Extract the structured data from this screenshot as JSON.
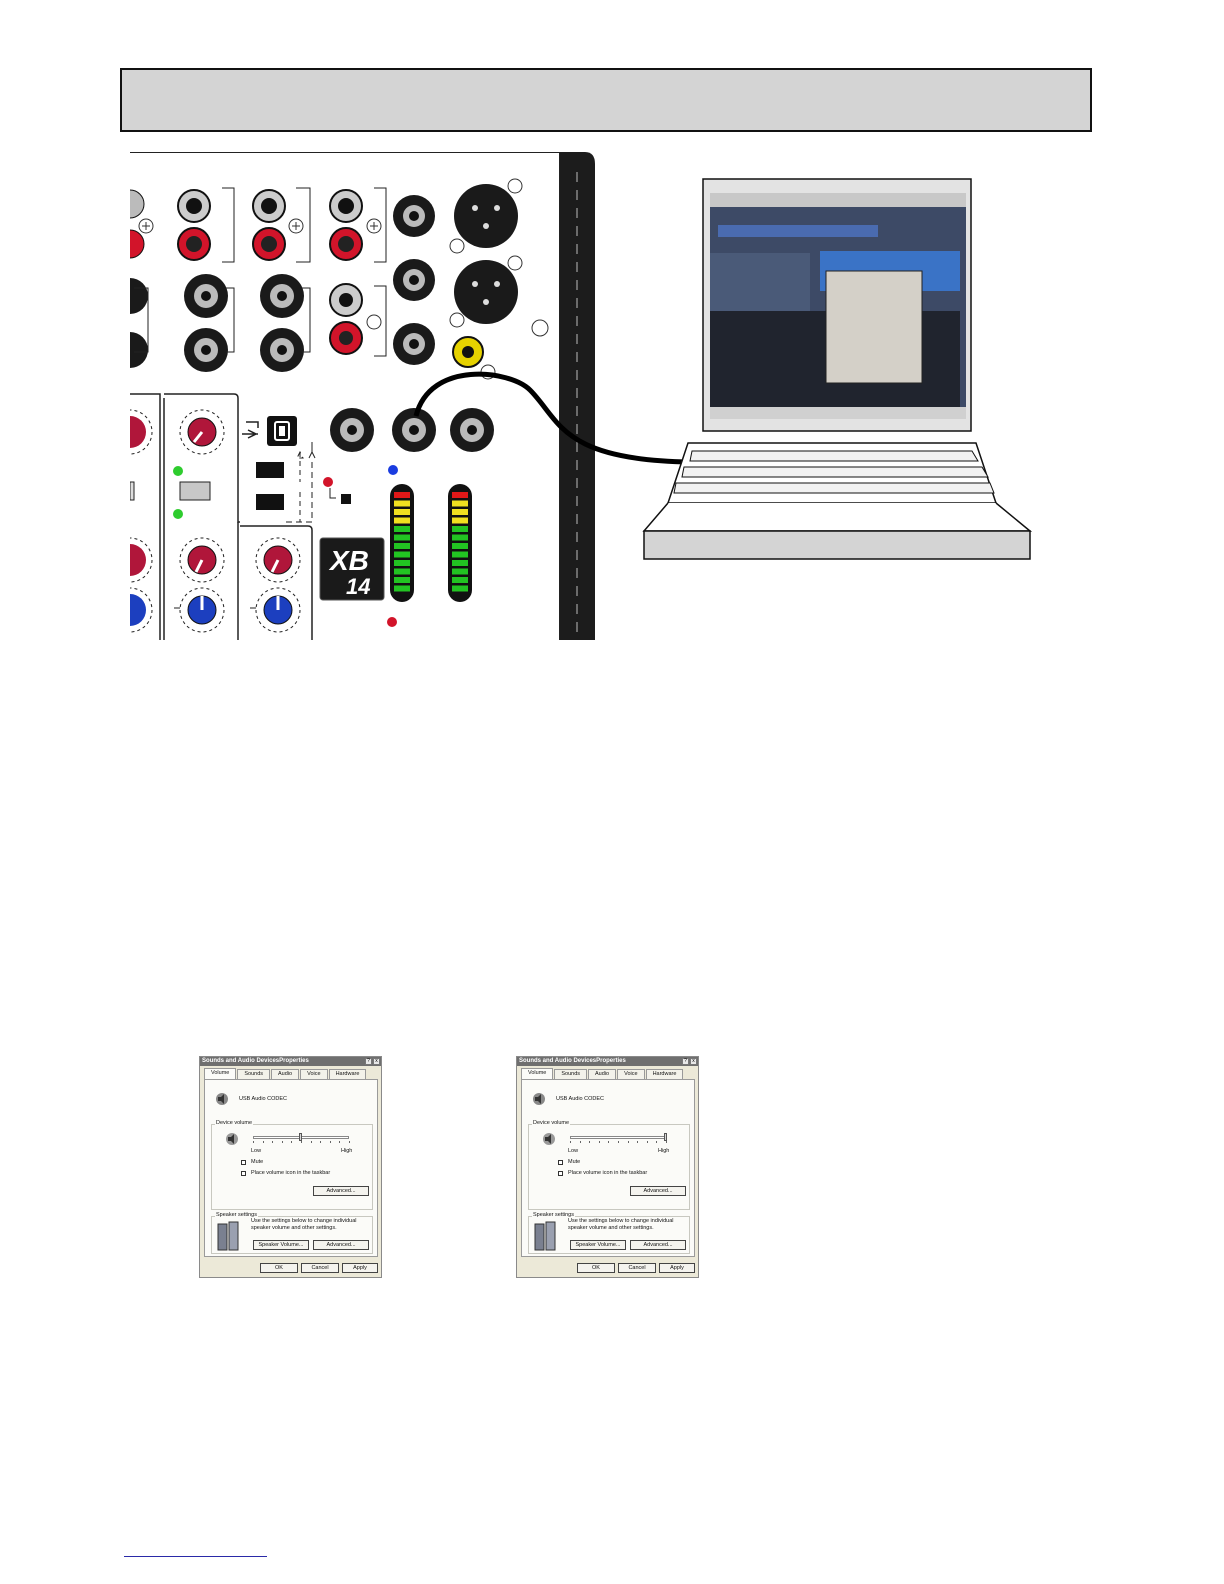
{
  "mixer": {
    "logo_top": "XB",
    "logo_bottom": "14"
  },
  "dialogs": [
    {
      "title": "Sounds and Audio DevicesProperties",
      "title_buttons": [
        "?",
        "x"
      ],
      "tabs": [
        "Volume",
        "Sounds",
        "Audio",
        "Voice",
        "Hardware"
      ],
      "device": "USB Audio CODEC",
      "device_volume_label": "Device volume",
      "low": "Low",
      "high": "High",
      "volume_level": 0.5,
      "mute": "Mute",
      "taskbar": "Place volume icon in the taskbar",
      "advanced": "Advanced...",
      "speaker_settings": "Speaker settings",
      "speaker_text_1": "Use the settings below to change individual",
      "speaker_text_2": "speaker volume and other settings.",
      "speaker_volume": "Speaker Volume...",
      "advanced2": "Advanced...",
      "ok": "OK",
      "cancel": "Cancel",
      "apply": "Apply"
    },
    {
      "title": "Sounds and Audio DevicesProperties",
      "title_buttons": [
        "?",
        "x"
      ],
      "tabs": [
        "Volume",
        "Sounds",
        "Audio",
        "Voice",
        "Hardware"
      ],
      "device": "USB Audio CODEC",
      "device_volume_label": "Device volume",
      "low": "Low",
      "high": "High",
      "volume_level": 1.0,
      "mute": "Mute",
      "taskbar": "Place volume icon in the taskbar",
      "advanced": "Advanced...",
      "speaker_settings": "Speaker settings",
      "speaker_text_1": "Use the settings below to change individual",
      "speaker_text_2": "speaker volume and other settings.",
      "speaker_volume": "Speaker Volume...",
      "advanced2": "Advanced...",
      "ok": "OK",
      "cancel": "Cancel",
      "apply": "Apply"
    }
  ],
  "colors": {
    "jack_red": "#d2142a",
    "knob_red": "#b0163a",
    "knob_blue": "#1c3fbf",
    "led_green": "#2ecc2e",
    "led_blue": "#1a3ce0",
    "meter_green": "#22c422",
    "meter_yellow": "#f0e020",
    "meter_red": "#e01818"
  }
}
